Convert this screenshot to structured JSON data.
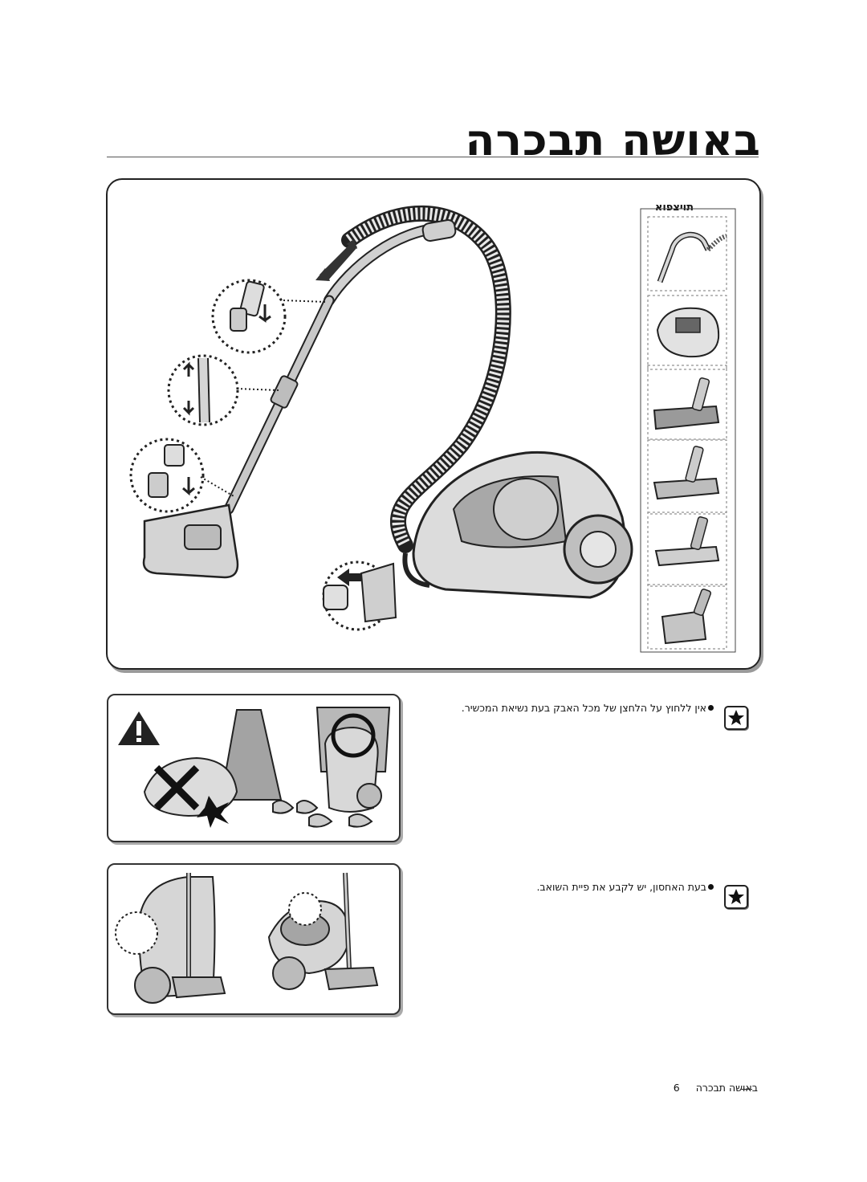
{
  "page": {
    "title": "באושה תבכרה",
    "footer": "באושה תבכרה",
    "page_number": "6"
  },
  "accessories": {
    "label": "תויצפוא",
    "items": [
      "hose-handle",
      "dust-bag",
      "floor-brush",
      "parquet-brush",
      "pet-brush",
      "turbo-brush"
    ]
  },
  "notes": [
    {
      "text": "אין ללחוץ על הלחצן של מכל האבק בעת נשיאת המכשיר.",
      "icon": "star-icon"
    },
    {
      "text": "בעת האחסון, יש לקבע את פיית השואב.",
      "icon": "star-icon"
    }
  ],
  "colors": {
    "line": "#222222",
    "fill": "#d9d9d9",
    "dark": "#8a8a8a"
  }
}
